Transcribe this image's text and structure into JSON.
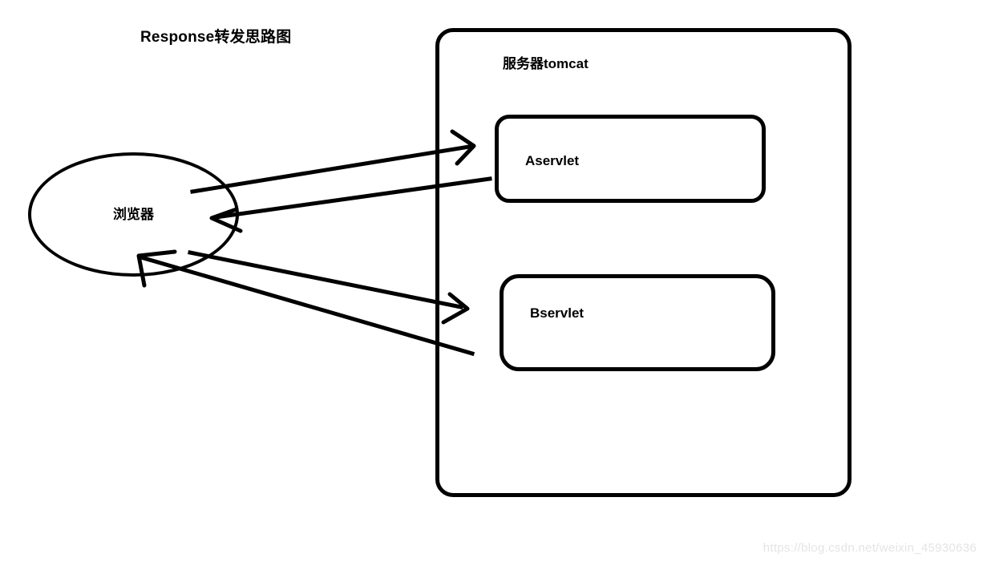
{
  "diagram": {
    "title": "Response转发思路图",
    "nodes": {
      "browser": {
        "label": "浏览器",
        "shape": "ellipse"
      },
      "server": {
        "label": "服务器tomcat",
        "shape": "rounded-rect"
      },
      "aservlet": {
        "label": "Aservlet",
        "shape": "rounded-rect"
      },
      "bservlet": {
        "label": "Bservlet",
        "shape": "rounded-rect"
      }
    },
    "edges": [
      {
        "name": "request-to-aservlet",
        "from": "browser",
        "to": "aservlet"
      },
      {
        "name": "response-from-aservlet",
        "from": "aservlet",
        "to": "browser"
      },
      {
        "name": "request-to-bservlet",
        "from": "browser",
        "to": "bservlet"
      },
      {
        "name": "response-from-bservlet",
        "from": "bservlet",
        "to": "browser"
      }
    ],
    "colors": {
      "stroke": "#000000",
      "background": "#ffffff",
      "watermark": "#e4e4e4"
    }
  },
  "watermark": {
    "text": "https://blog.csdn.net/weixin_45930636"
  }
}
